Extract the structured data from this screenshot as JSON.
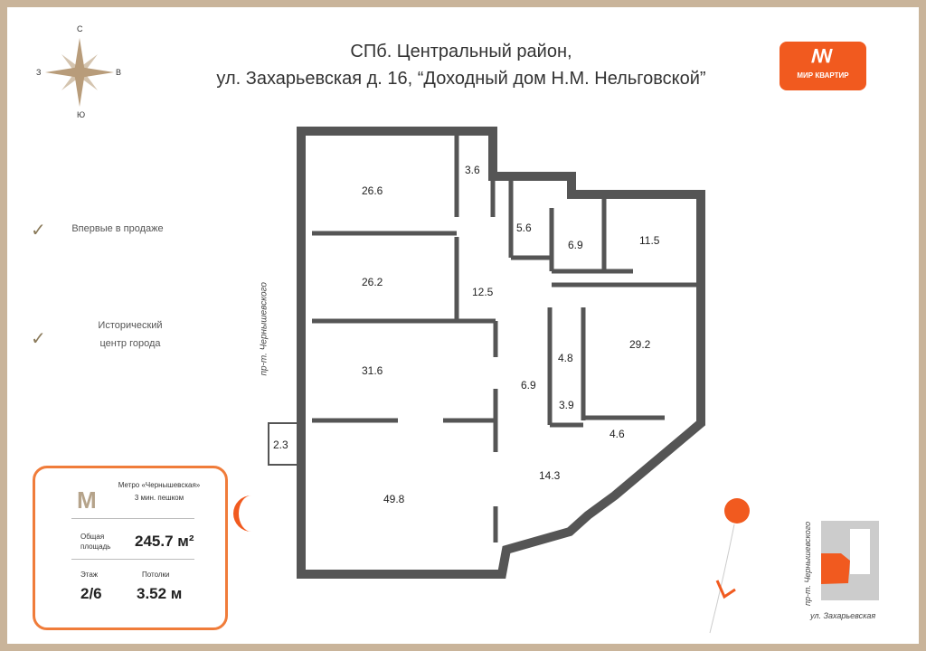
{
  "title": {
    "line1": "СПб. Центральный район,",
    "line2": "ул. Захарьевская д. 16, “Доходный дом Н.М. Нельговской”"
  },
  "logo": {
    "text": "МИР КВАРТИР",
    "color": "#f15a1f"
  },
  "compass": {
    "n": "С",
    "e": "В",
    "s": "Ю",
    "w": "З"
  },
  "features": [
    {
      "text": "Впервые в продаже",
      "icon": "check-icon"
    },
    {
      "line1": "Исторический",
      "line2": "центр города",
      "icon": "check-icon"
    }
  ],
  "card": {
    "metro": "Метро «Чернышевская»",
    "walk": "3 мин. пешком",
    "area_label1": "Общая",
    "area_label2": "площадь",
    "area": "245.7 м²",
    "floor_label": "Этаж",
    "floor": "2/6",
    "ceiling_label": "Потолки",
    "ceiling": "3.52 м",
    "border_color": "#f07c3a"
  },
  "rooms": [
    "26.6",
    "3.6",
    "5.6",
    "6.9",
    "11.5",
    "26.2",
    "12.5",
    "29.2",
    "4.8",
    "31.6",
    "6.9",
    "3.9",
    "4.6",
    "2.3",
    "14.3",
    "49.8"
  ],
  "streets": {
    "left": "пр-т. Чернышевского",
    "map_left": "пр-т. Чернышевского",
    "map_bottom": "ул. Захарьевская"
  },
  "accent": "#f15a1f"
}
